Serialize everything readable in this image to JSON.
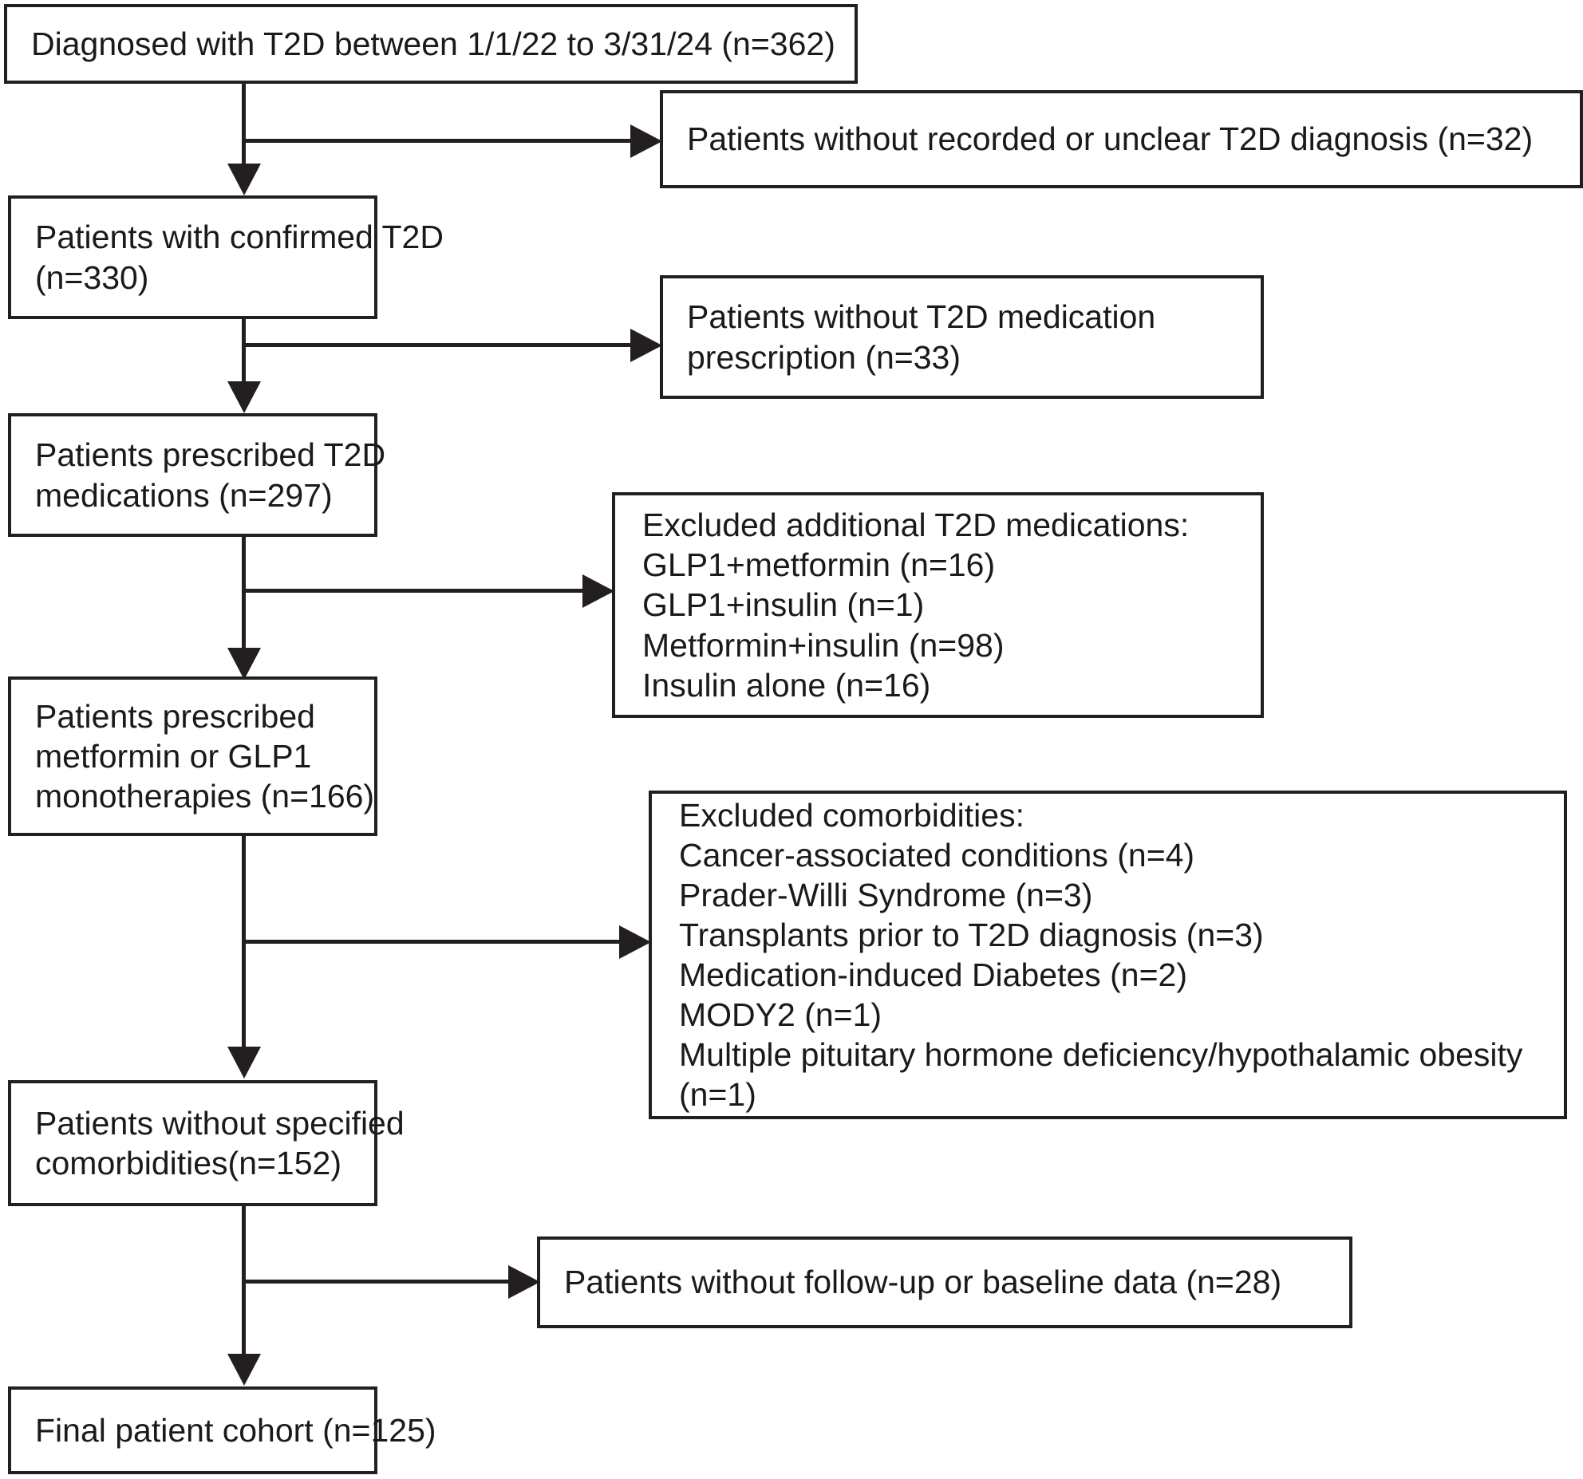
{
  "diagram": {
    "title": "Patient cohort selection flowchart (CONSORT-style)",
    "type": "flowchart",
    "stroke_color": "#231f20",
    "background_color": "#ffffff",
    "main_nodes": [
      {
        "id": "diagnosed",
        "lines": [
          "Diagnosed with T2D between 1/1/22 to 3/31/24 (n=362)"
        ],
        "n": 362
      },
      {
        "id": "confirmed",
        "lines": [
          "Patients with confirmed T2D",
          "(n=330)"
        ],
        "n": 330
      },
      {
        "id": "prescribed",
        "lines": [
          "Patients prescribed T2D",
          "medications (n=297)"
        ],
        "n": 297
      },
      {
        "id": "monotherapy",
        "lines": [
          "Patients prescribed",
          "metformin or GLP1",
          "monotherapies (n=166)"
        ],
        "n": 166
      },
      {
        "id": "no-comorbidities",
        "lines": [
          "Patients without specified",
          "comorbidities(n=152)"
        ],
        "n": 152
      },
      {
        "id": "final-cohort",
        "lines": [
          "Final patient cohort (n=125)"
        ],
        "n": 125
      }
    ],
    "exclusion_nodes": [
      {
        "id": "excl-unclear-diagnosis",
        "lines": [
          "Patients without recorded or unclear T2D diagnosis (n=32)"
        ],
        "n": 32
      },
      {
        "id": "excl-no-prescription",
        "lines": [
          "Patients without T2D medication",
          "prescription (n=33)"
        ],
        "n": 33
      },
      {
        "id": "excl-additional-medications",
        "lines": [
          "Excluded additional T2D medications:",
          "GLP1+metformin (n=16)",
          "GLP1+insulin (n=1)",
          "Metformin+insulin (n=98)",
          "Insulin alone (n=16)"
        ],
        "items": [
          {
            "label": "GLP1+metformin",
            "n": 16
          },
          {
            "label": "GLP1+insulin",
            "n": 1
          },
          {
            "label": "Metformin+insulin",
            "n": 98
          },
          {
            "label": "Insulin alone",
            "n": 16
          }
        ]
      },
      {
        "id": "excl-comorbidities",
        "lines": [
          "Excluded comorbidities:",
          "Cancer-associated conditions (n=4)",
          "Prader-Willi Syndrome (n=3)",
          "Transplants prior to T2D diagnosis (n=3)",
          "Medication-induced Diabetes (n=2)",
          "MODY2 (n=1)",
          "Multiple pituitary hormone deficiency/hypothalamic obesity",
          "(n=1)"
        ],
        "items": [
          {
            "label": "Cancer-associated conditions",
            "n": 4
          },
          {
            "label": "Prader-Willi Syndrome",
            "n": 3
          },
          {
            "label": "Transplants prior to T2D diagnosis",
            "n": 3
          },
          {
            "label": "Medication-induced Diabetes",
            "n": 2
          },
          {
            "label": "MODY2",
            "n": 1
          },
          {
            "label": "Multiple pituitary hormone deficiency/hypothalamic obesity",
            "n": 1
          }
        ]
      },
      {
        "id": "excl-no-followup",
        "lines": [
          "Patients without follow-up or baseline data (n=28)"
        ],
        "n": 28
      }
    ]
  }
}
